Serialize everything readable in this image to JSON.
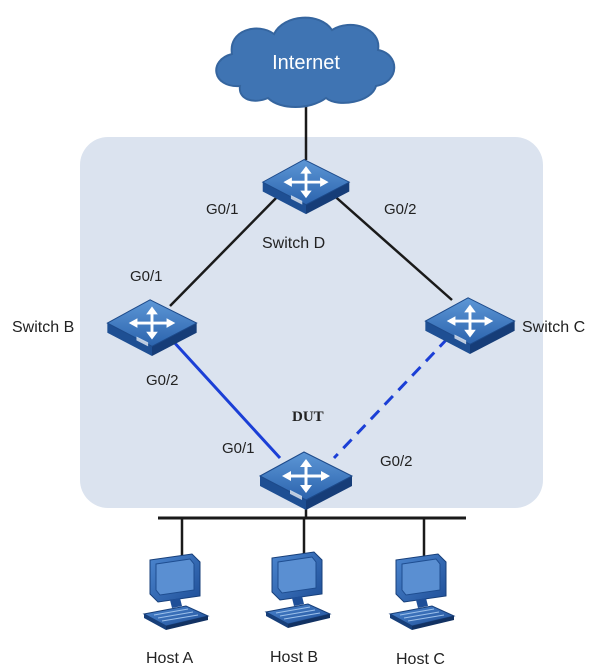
{
  "colors": {
    "cloud": "#3f74b3",
    "region_fill": "#dbe3ef",
    "device_blue": "#2f6fb8",
    "blue_link": "#1b3fd6",
    "black_link": "#1a1a1a"
  },
  "diagram": {
    "internet": {
      "label": "Internet",
      "icon": "cloud-icon"
    },
    "switches": {
      "d": {
        "label": "Switch D",
        "icon": "switch-icon",
        "ports": [
          "G0/1",
          "G0/2"
        ]
      },
      "b": {
        "label": "Switch B",
        "icon": "switch-icon",
        "ports": [
          "G0/1",
          "G0/2"
        ]
      },
      "c": {
        "label": "Switch C",
        "icon": "switch-icon"
      },
      "dut": {
        "label": "DUT",
        "icon": "switch-icon",
        "ports": [
          "G0/1",
          "G0/2"
        ]
      }
    },
    "hosts": [
      {
        "label": "Host A",
        "icon": "computer-icon"
      },
      {
        "label": "Host B",
        "icon": "computer-icon"
      },
      {
        "label": "Host C",
        "icon": "computer-icon"
      }
    ],
    "links": [
      {
        "from": "Internet",
        "to": "Switch D",
        "style": "solid-black"
      },
      {
        "from": "Switch D",
        "to": "Switch B",
        "style": "solid-black"
      },
      {
        "from": "Switch D",
        "to": "Switch C",
        "style": "solid-black"
      },
      {
        "from": "Switch B",
        "to": "DUT",
        "style": "solid-blue"
      },
      {
        "from": "Switch C",
        "to": "DUT",
        "style": "dashed-blue"
      },
      {
        "from": "DUT",
        "to": "Host bus",
        "style": "solid-black"
      }
    ]
  }
}
